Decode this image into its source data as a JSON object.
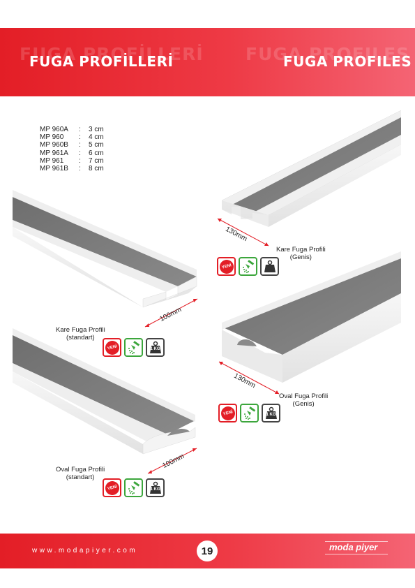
{
  "header": {
    "title_tr": "FUGA PROFİLLERİ",
    "title_en": "FUGA PROFILES"
  },
  "specs": [
    {
      "code": "MP 960A",
      "size": "3 cm"
    },
    {
      "code": "MP 960",
      "size": "4 cm"
    },
    {
      "code": "MP 960B",
      "size": "5 cm"
    },
    {
      "code": "MP 961A",
      "size": "6 cm"
    },
    {
      "code": "MP 961",
      "size": "7 cm"
    },
    {
      "code": "MP 961B",
      "size": "8 cm"
    }
  ],
  "spec_separator": ":",
  "products": [
    {
      "dimension": "130mm",
      "label_line1": "Kare Fuga Profili",
      "label_line2": "(Genis)"
    },
    {
      "dimension": "100mm",
      "label_line1": "Kare Fuga Profili",
      "label_line2": "(standart)"
    },
    {
      "dimension": "130mm",
      "label_line1": "Oval Fuga Profili",
      "label_line2": "(Genis)"
    },
    {
      "dimension": "100mm",
      "label_line1": "Oval Fuga Profili",
      "label_line2": "(standart)"
    }
  ],
  "badges": {
    "new_label": "YENİ",
    "weight_label": "1 KG",
    "colors": {
      "new": "#e31e26",
      "shower": "#3ca63c",
      "weight": "#444444"
    }
  },
  "footer": {
    "url": "www.modapiyer.com",
    "page_number": "19",
    "brand": "moda piyer"
  },
  "colors": {
    "accent": "#e31e26",
    "concrete": "#7d7d7d",
    "profile_white": "#f2f2f2"
  }
}
